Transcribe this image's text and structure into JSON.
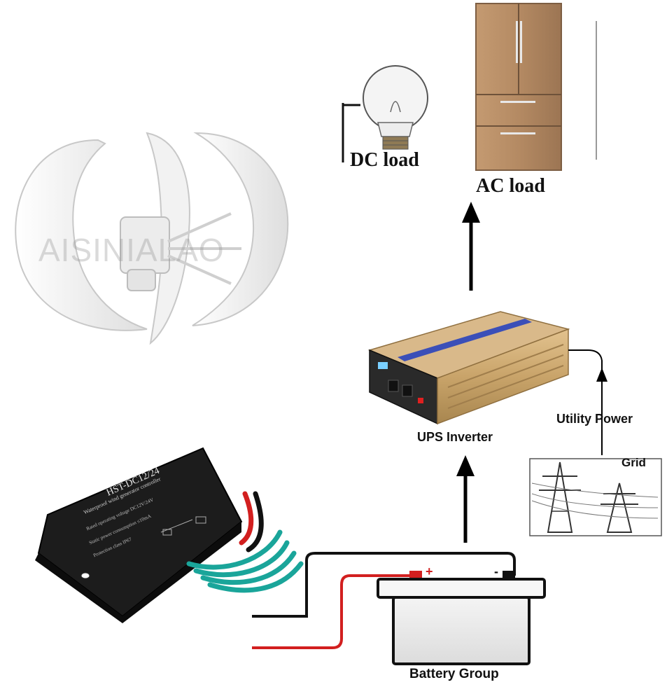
{
  "diagram": {
    "watermark": "AISINIALAO",
    "nodes": {
      "dc_load": {
        "label": "DC load",
        "icon": "light-bulb-icon"
      },
      "ac_load": {
        "label": "AC load",
        "icon": "refrigerator-icon"
      },
      "ups_inverter": {
        "label": "UPS Inverter"
      },
      "utility_power": {
        "label": "Utility Power"
      },
      "grid": {
        "label": "Grid",
        "icon": "power-tower-icon"
      },
      "battery_group": {
        "label": "Battery Group",
        "positive": "+",
        "negative": "-"
      },
      "wind_turbine": {
        "icon": "wind-turbine-icon"
      },
      "controller": {
        "title": "HST-DC12/24",
        "subtitle": "Waterproof wind generator controller",
        "rated_voltage": "Rated operating voltage  DC12V/24V",
        "static_power": "Static power consumption  ≤10mA",
        "protection": "Protection class  IP67"
      }
    },
    "colors": {
      "arrow": "#000000",
      "wire_red": "#d21f1f",
      "wire_black": "#111111",
      "wire_teal": "#1aa59a",
      "inverter_gold": "#c9a46a",
      "inverter_stripe": "#3b4fb8",
      "fridge": "#b08a63"
    }
  }
}
